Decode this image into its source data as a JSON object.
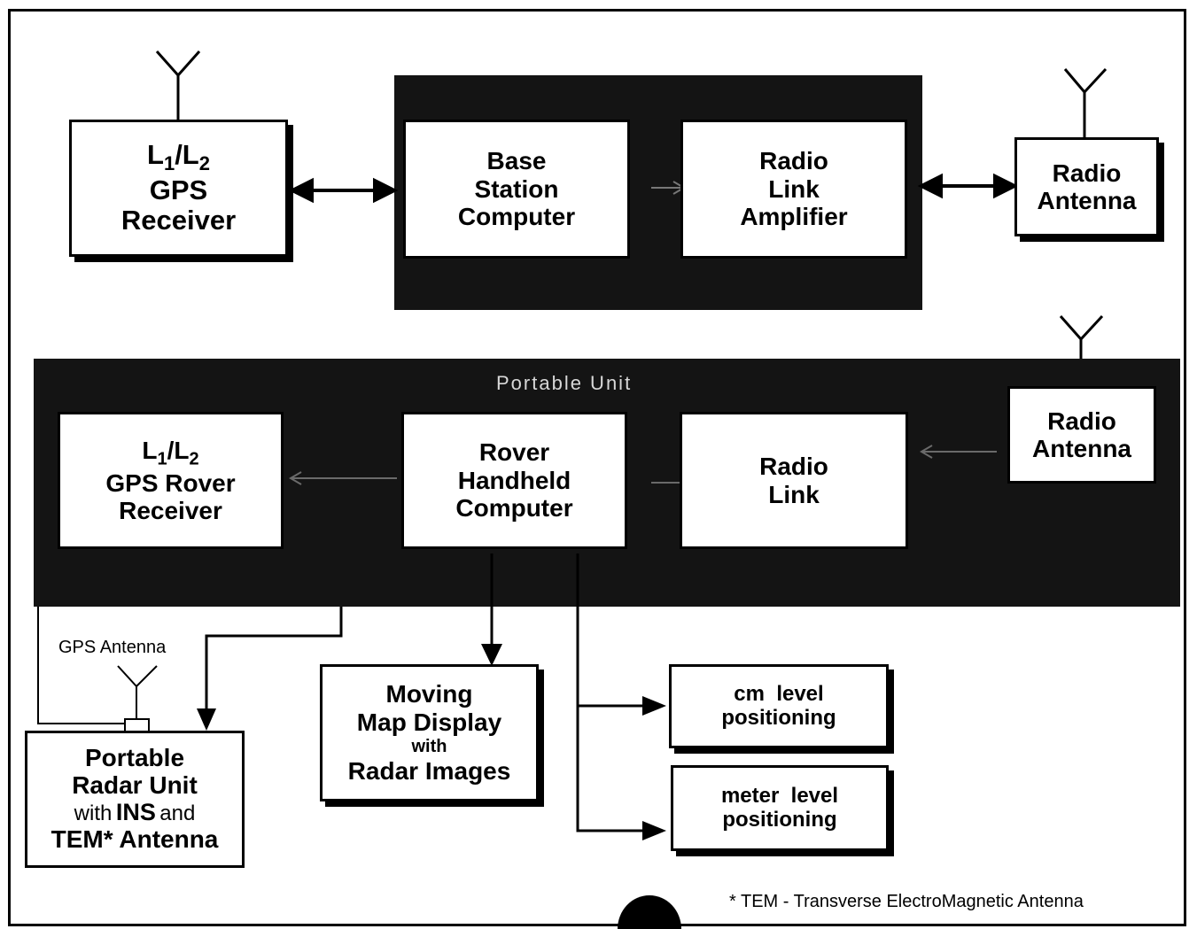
{
  "base": {
    "gps_receiver": {
      "l1": "L",
      "s1": "1",
      "slash": "/L",
      "s2": "2",
      "line2": "GPS",
      "line3": "Receiver"
    },
    "base_computer": [
      "Base",
      "Station",
      "Computer"
    ],
    "radio_link_amp": [
      "Radio",
      "Link",
      "Amplifier"
    ],
    "radio_antenna": [
      "Radio",
      "Antenna"
    ]
  },
  "rover": {
    "unit_label": "Portable Unit",
    "gps_rover": {
      "l1": "L",
      "s1": "1",
      "slash": "/L",
      "s2": "2",
      "line2": "GPS Rover",
      "line3": "Receiver"
    },
    "handheld": [
      "Rover",
      "Handheld",
      "Computer"
    ],
    "radio_link": [
      "Radio",
      "Link"
    ],
    "radio_antenna": [
      "Radio",
      "Antenna"
    ]
  },
  "outputs": {
    "gps_antenna_label": "GPS Antenna",
    "radar_unit": {
      "line1": "Portable",
      "line2": "Radar Unit",
      "with": "with",
      "ins": "INS",
      "and": "and",
      "line4": "TEM* Antenna"
    },
    "moving_map": {
      "line1": "Moving",
      "line2": "Map Display",
      "with": "with",
      "line4": "Radar Images"
    },
    "cm_level": [
      "cm  level",
      "positioning"
    ],
    "meter_level": [
      "meter  level",
      "positioning"
    ]
  },
  "footnote": "* TEM - Transverse ElectroMagnetic Antenna"
}
